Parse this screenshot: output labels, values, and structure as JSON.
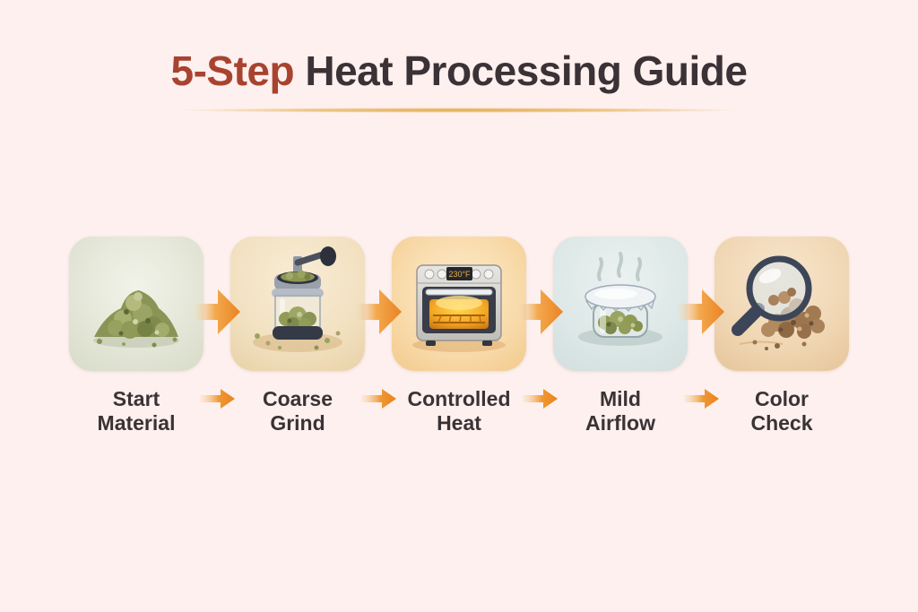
{
  "page": {
    "background_color": "#fdf0ee"
  },
  "title": {
    "accent": "5-Step",
    "rest": " Heat Processing Guide",
    "accent_color": "#a8432f",
    "text_color": "#3a3236",
    "underline_color": "#e2a94e"
  },
  "arrows": {
    "color_start": "#f3c07a",
    "color_end": "#ea8322",
    "count_between_tiles": 4,
    "count_between_labels": 4
  },
  "steps": [
    {
      "line1": "Start",
      "line2": "Material",
      "illustration": "herb-pile",
      "tile_bg": "#e4e7d8"
    },
    {
      "line1": "Coarse",
      "line2": "Grind",
      "illustration": "hand-crank-grinder",
      "tile_bg": "#f2e1c1"
    },
    {
      "line1": "Controlled",
      "line2": "Heat",
      "illustration": "toaster-oven",
      "display": "230°F",
      "tile_bg": "#f9dcad"
    },
    {
      "line1": "Mild",
      "line2": "Airflow",
      "illustration": "foil-covered-glass-jar-steam",
      "tile_bg": "#dde8e7"
    },
    {
      "line1": "Color",
      "line2": "Check",
      "illustration": "magnifying-glass-over-pile",
      "tile_bg": "#f0d7b4"
    }
  ]
}
